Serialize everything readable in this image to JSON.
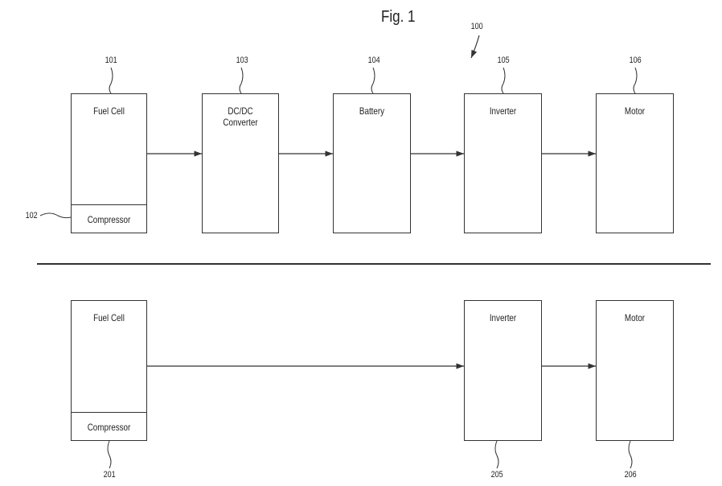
{
  "figure": {
    "title": "Fig. 1",
    "system_ref": "100"
  },
  "top_system": {
    "fuel_cell": {
      "label": "Fuel Cell",
      "ref": "101"
    },
    "compressor": {
      "label": "Compressor",
      "ref": "102"
    },
    "dcdc_converter": {
      "label": "DC/DC\nConverter",
      "ref": "103"
    },
    "battery": {
      "label": "Battery",
      "ref": "104"
    },
    "inverter": {
      "label": "Inverter",
      "ref": "105"
    },
    "motor": {
      "label": "Motor",
      "ref": "106"
    }
  },
  "bottom_system": {
    "fuel_cell": {
      "label": "Fuel Cell",
      "ref": "201"
    },
    "compressor": {
      "label": "Compressor"
    },
    "inverter": {
      "label": "Inverter",
      "ref": "205"
    },
    "motor": {
      "label": "Motor",
      "ref": "206"
    }
  }
}
